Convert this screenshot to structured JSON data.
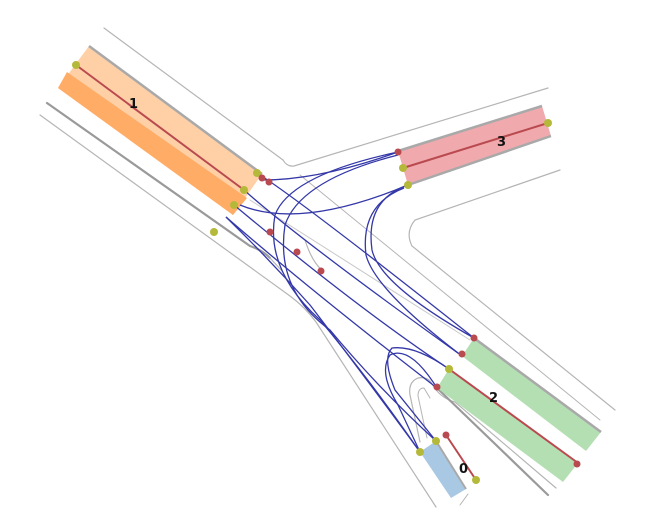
{
  "diagram": {
    "type": "road-intersection",
    "roads": [
      {
        "id": "road-0",
        "label": "0",
        "color": "#a9c8e3"
      },
      {
        "id": "road-1",
        "label": "1",
        "color": "#ffcfa6",
        "accent_color": "#ffad66"
      },
      {
        "id": "road-2",
        "label": "2",
        "color": "#b3dfb3"
      },
      {
        "id": "road-3",
        "label": "3",
        "color": "#f0a9ad"
      }
    ],
    "colors": {
      "curb": "#b5b5b5",
      "curb_dark": "#9a9a9a",
      "centerline": "#b94a4f",
      "connector": "#3438a8",
      "endpoint_yellow": "#b5b93a",
      "endpoint_red": "#b94a4f"
    }
  }
}
